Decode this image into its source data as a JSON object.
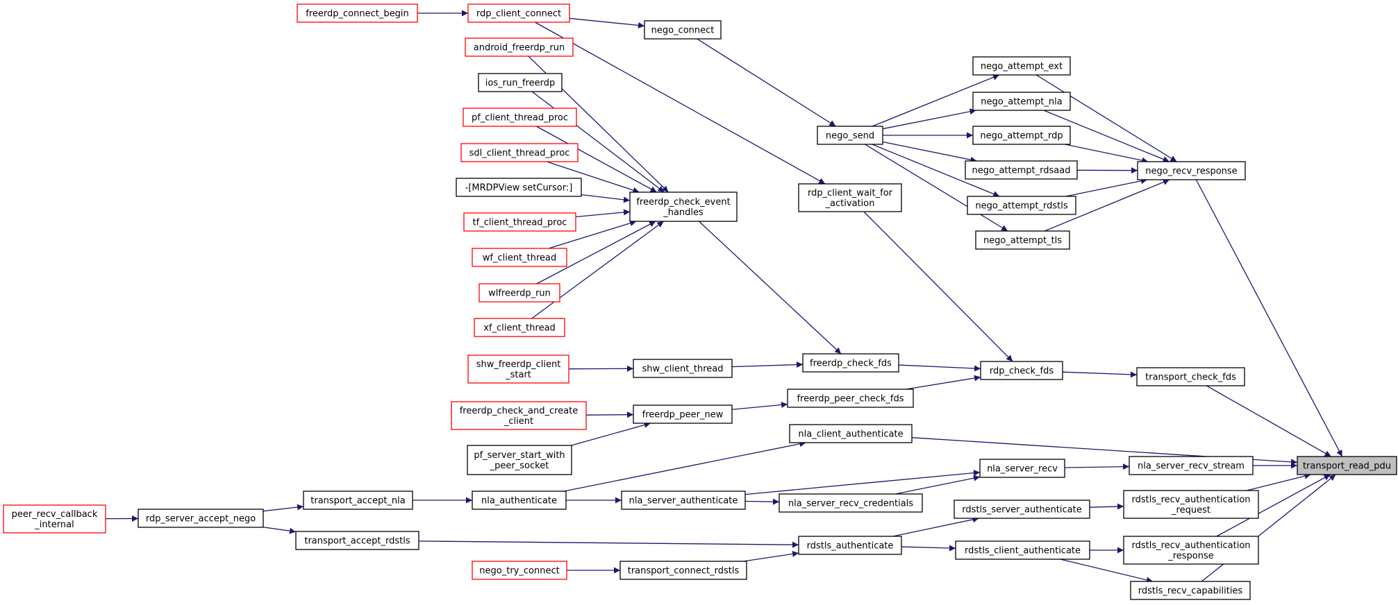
{
  "nodes": {
    "transport_read_pdu": [
      "transport_read_pdu"
    ],
    "nego_recv_response": [
      "nego_recv_response"
    ],
    "nego_attempt_ext": [
      "nego_attempt_ext"
    ],
    "nego_attempt_nla": [
      "nego_attempt_nla"
    ],
    "nego_attempt_rdp": [
      "nego_attempt_rdp"
    ],
    "nego_attempt_rdsaad": [
      "nego_attempt_rdsaad"
    ],
    "nego_attempt_rdstls": [
      "nego_attempt_rdstls"
    ],
    "nego_attempt_tls": [
      "nego_attempt_tls"
    ],
    "nego_send": [
      "nego_send"
    ],
    "nego_connect": [
      "nego_connect"
    ],
    "rdp_client_connect": [
      "rdp_client_connect"
    ],
    "freerdp_connect_begin": [
      "freerdp_connect_begin"
    ],
    "rdp_client_wait_for_activation": [
      "rdp_client_wait_for",
      "_activation"
    ],
    "rdp_check_fds": [
      "rdp_check_fds"
    ],
    "transport_check_fds": [
      "transport_check_fds"
    ],
    "freerdp_check_fds": [
      "freerdp_check_fds"
    ],
    "freerdp_check_event_handles": [
      "freerdp_check_event",
      "_handles"
    ],
    "android_freerdp_run": [
      "android_freerdp_run"
    ],
    "ios_run_freerdp": [
      "ios_run_freerdp"
    ],
    "pf_client_thread_proc": [
      "pf_client_thread_proc"
    ],
    "sdl_client_thread_proc": [
      "sdl_client_thread_proc"
    ],
    "mrdpview_setcursor": [
      "-[MRDPView setCursor:]"
    ],
    "tf_client_thread_proc": [
      "tf_client_thread_proc"
    ],
    "wf_client_thread": [
      "wf_client_thread"
    ],
    "wlfreerdp_run": [
      "wlfreerdp_run"
    ],
    "xf_client_thread": [
      "xf_client_thread"
    ],
    "shw_client_thread": [
      "shw_client_thread"
    ],
    "shw_freerdp_client_start": [
      "shw_freerdp_client",
      "_start"
    ],
    "freerdp_peer_check_fds": [
      "freerdp_peer_check_fds"
    ],
    "freerdp_peer_new": [
      "freerdp_peer_new"
    ],
    "freerdp_check_and_create_client": [
      "freerdp_check_and_create",
      "_client"
    ],
    "pf_server_start_with_peer_socket": [
      "pf_server_start_with",
      "_peer_socket"
    ],
    "nla_client_authenticate": [
      "nla_client_authenticate"
    ],
    "nla_authenticate": [
      "nla_authenticate"
    ],
    "transport_accept_nla": [
      "transport_accept_nla"
    ],
    "rdp_server_accept_nego": [
      "rdp_server_accept_nego"
    ],
    "peer_recv_callback_internal": [
      "peer_recv_callback",
      "_internal"
    ],
    "nla_server_recv_stream": [
      "nla_server_recv_stream"
    ],
    "nla_server_recv": [
      "nla_server_recv"
    ],
    "nla_server_authenticate": [
      "nla_server_authenticate"
    ],
    "nla_server_recv_credentials": [
      "nla_server_recv_credentials"
    ],
    "rdstls_recv_authentication_request": [
      "rdstls_recv_authentication",
      "_request"
    ],
    "rdstls_server_authenticate": [
      "rdstls_server_authenticate"
    ],
    "rdstls_authenticate": [
      "rdstls_authenticate"
    ],
    "transport_accept_rdstls": [
      "transport_accept_rdstls"
    ],
    "transport_connect_rdstls": [
      "transport_connect_rdstls"
    ],
    "nego_try_connect": [
      "nego_try_connect"
    ],
    "rdstls_recv_authentication_response": [
      "rdstls_recv_authentication",
      "_response"
    ],
    "rdstls_client_authenticate": [
      "rdstls_client_authenticate"
    ],
    "rdstls_recv_capabilities": [
      "rdstls_recv_capabilities"
    ]
  }
}
